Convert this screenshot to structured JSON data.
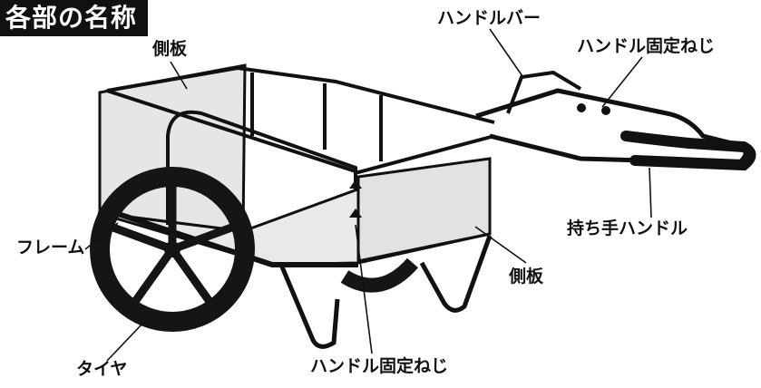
{
  "title": "各部の名称",
  "labels": {
    "handle_bar": "ハンドルバー",
    "handle_fix_screw_top": "ハンドル固定ねじ",
    "side_panel_top": "側板",
    "grip_handle": "持ち手ハンドル",
    "frame": "フレーム",
    "side_panel_bottom": "側板",
    "tire": "タイヤ",
    "handle_fix_screw_bottom": "ハンドル固定ねじ"
  },
  "colors": {
    "line": "#111111",
    "panel": "#e6e6e6",
    "tire": "#151515",
    "banner": "#111111"
  }
}
